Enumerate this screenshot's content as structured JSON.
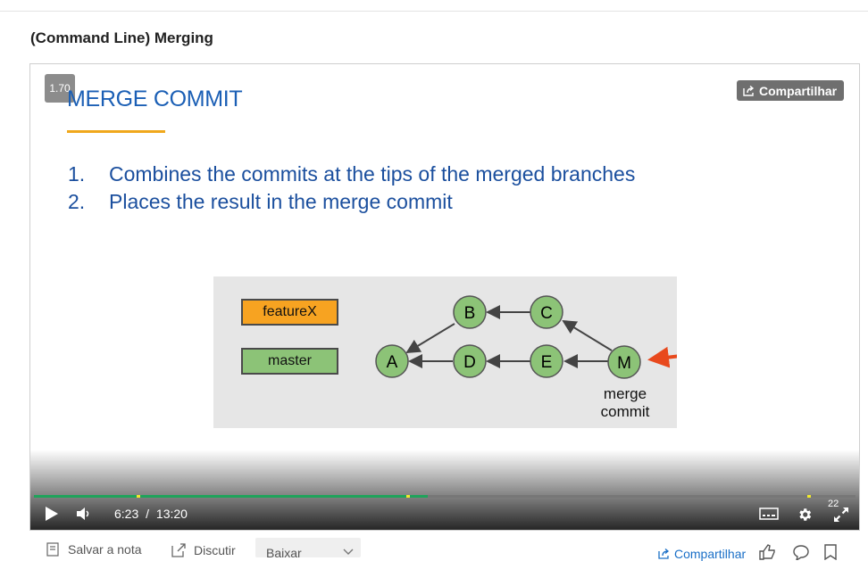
{
  "page": {
    "lesson_title": "(Command Line) Merging"
  },
  "player": {
    "speed": "1.70",
    "share_label": "Compartilhar",
    "slide": {
      "title": "MERGE COMMIT",
      "bullets": [
        {
          "num": "1.",
          "text": "Combines the commits at the tips of the merged branches"
        },
        {
          "num": "2.",
          "text": "Places the result in the merge commit"
        }
      ],
      "diagram": {
        "legend": {
          "feature": "featureX",
          "master": "master"
        },
        "nodes": {
          "a": "A",
          "b": "B",
          "c": "C",
          "d": "D",
          "e": "E",
          "m": "M"
        },
        "merge_label_line1": "merge",
        "merge_label_line2": "commit",
        "colors": {
          "feature": "#f7a321",
          "master": "#8cc377",
          "arrow": "#e8491d"
        }
      }
    },
    "progress": {
      "played_fraction": 0.479,
      "marker_count": "22"
    },
    "time": {
      "current": "6:23",
      "separator": "/",
      "total": "13:20"
    },
    "icons": [
      "play-icon",
      "volume-icon",
      "captions-icon",
      "gear-icon",
      "fullscreen-icon"
    ]
  },
  "below": {
    "save_note": "Salvar a nota",
    "discuss": "Discutir",
    "download": "Baixar",
    "share": "Compartilhar"
  }
}
